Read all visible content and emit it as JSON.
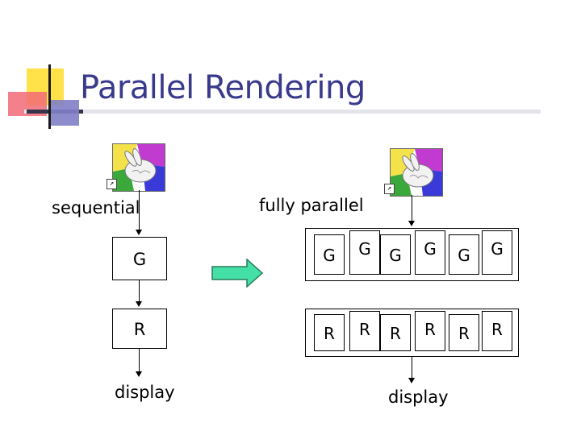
{
  "title": "Parallel Rendering",
  "sequential": {
    "label": "sequential",
    "g_box": "G",
    "r_box": "R",
    "output": "display"
  },
  "parallel": {
    "label": "fully parallel",
    "g_cells": [
      "G",
      "G",
      "G",
      "G",
      "G",
      "G"
    ],
    "r_cells": [
      "R",
      "R",
      "R",
      "R",
      "R",
      "R"
    ],
    "output": "display"
  },
  "colors": {
    "title": "#3a3a8c",
    "arrow_fill": "#44e0a8",
    "arrow_stroke": "#2a7a5a"
  }
}
